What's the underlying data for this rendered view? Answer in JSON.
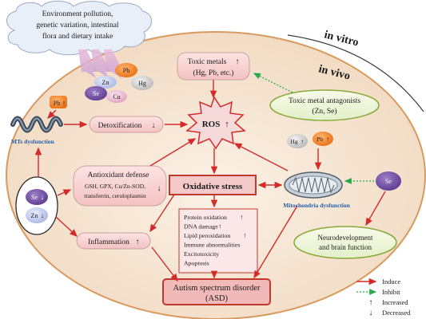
{
  "cloud": {
    "lines": [
      "Environment pollution,",
      "genetic variation, intestinal",
      "flora and dietary intake"
    ]
  },
  "scope": {
    "in_vitro": "in vitro",
    "in_vivo": "in vivo"
  },
  "metals_cluster": {
    "pb": "Pb",
    "zn": "Zn",
    "hg": "Hg",
    "se": "Se",
    "cu": "Cu"
  },
  "toxic_metals": {
    "line1": "Toxic metals",
    "line2": "(Hg, Pb, etc.)",
    "arrow": "↑"
  },
  "ros": {
    "label": "ROS",
    "arrow": "↑"
  },
  "antagonists": {
    "line1": "Toxic metal antagonists",
    "line2": "(Zn, Se)"
  },
  "mts": {
    "pb": "Pb",
    "pb_arrow": "↑",
    "label": "MTs  dysfunction"
  },
  "detox": {
    "label": "Detoxification",
    "arrow": "↓"
  },
  "antioxidant": {
    "title": "Antioxidant defense",
    "line1": "GSH, GPX, Cu/Zn-SOD,",
    "line2": "transferrin, ceruloplasmin",
    "arrow": "↓"
  },
  "deficiency": {
    "se": "Se",
    "se_arrow": "↓",
    "zn": "Zn",
    "zn_arrow": "↓"
  },
  "oxidative": {
    "label": "Oxidative stress"
  },
  "mito": {
    "hg": "Hg",
    "hg_arrow": "↑",
    "pb": "Pb",
    "pb_arrow": "↑",
    "label": "Mitochondria dysfunction"
  },
  "se_right": {
    "label": "Se"
  },
  "effects": {
    "items": [
      {
        "text": "Protein oxidation",
        "arrow": "↑"
      },
      {
        "text": "DNA damage",
        "arrow": "↑"
      },
      {
        "text": "Lipid peroxidation",
        "arrow": "↑"
      },
      {
        "text": "Immune abnormalities",
        "arrow": ""
      },
      {
        "text": "Excitotoxicity",
        "arrow": ""
      },
      {
        "text": "Apoptosis",
        "arrow": ""
      }
    ]
  },
  "inflammation": {
    "label": "Inflammation",
    "arrow": "↑"
  },
  "neuro": {
    "line1": "Neurodevelopment",
    "line2": "and brain function"
  },
  "asd": {
    "line1": "Autism spectrum disorder",
    "line2": "(ASD)"
  },
  "legend": {
    "induce": "Induce",
    "inhibit": "Inhibit",
    "increased": "Increased",
    "decreased": "Decreased",
    "up": "↑",
    "down": "↓"
  },
  "colors": {
    "induce": "#d42a2a",
    "inhibit": "#2aa84a",
    "oval_fill": "#f7e7d6",
    "box_red": "#c0392b"
  }
}
